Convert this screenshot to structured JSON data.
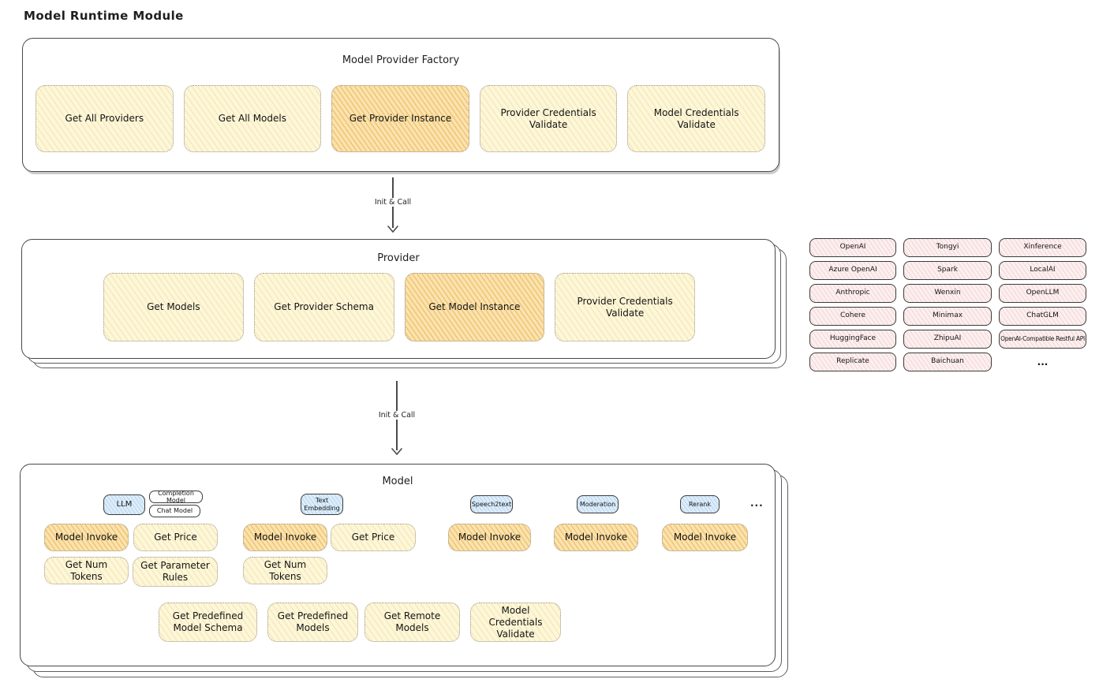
{
  "page_title": "Model Runtime Module",
  "palette": {
    "yellow_fill": "#fdf7da",
    "orange_highlight_fill": "#fae3ae",
    "pink_fill": "#fcefef",
    "blue_fill": "#ddedfa",
    "border_dark": "#46494d"
  },
  "factory": {
    "title": "Model Provider Factory",
    "items": [
      {
        "label": "Get All Providers",
        "highlight": false
      },
      {
        "label": "Get All Models",
        "highlight": false
      },
      {
        "label": "Get Provider Instance",
        "highlight": true
      },
      {
        "label": "Provider Credentials Validate",
        "highlight": false
      },
      {
        "label": "Model Credentials Validate",
        "highlight": false
      }
    ]
  },
  "arrow1": {
    "label": "Init & Call"
  },
  "arrow2": {
    "label": "Init & Call"
  },
  "provider": {
    "title": "Provider",
    "items": [
      {
        "label": "Get Models",
        "highlight": false
      },
      {
        "label": "Get Provider Schema",
        "highlight": false
      },
      {
        "label": "Get Model Instance",
        "highlight": true
      },
      {
        "label": "Provider Credentials Validate",
        "highlight": false
      }
    ]
  },
  "providers_grid": {
    "cells": [
      {
        "label": "OpenAI"
      },
      {
        "label": "Tongyi"
      },
      {
        "label": "Xinference"
      },
      {
        "label": "Azure OpenAI"
      },
      {
        "label": "Spark"
      },
      {
        "label": "LocalAI"
      },
      {
        "label": "Anthropic"
      },
      {
        "label": "Wenxin"
      },
      {
        "label": "OpenLLM"
      },
      {
        "label": "Cohere"
      },
      {
        "label": "Minimax"
      },
      {
        "label": "ChatGLM"
      },
      {
        "label": "HuggingFace"
      },
      {
        "label": "ZhipuAI"
      },
      {
        "label": "OpenAI-Compatible Restful API"
      },
      {
        "label": "Replicate"
      },
      {
        "label": "Baichuan"
      },
      {
        "label": "..."
      }
    ]
  },
  "model": {
    "title": "Model",
    "groups": [
      {
        "tab": "LLM",
        "subtabs": [
          "Completion Model",
          "Chat Model"
        ],
        "functions": [
          "Model Invoke",
          "Get Price",
          "Get Num Tokens",
          "Get Parameter Rules"
        ]
      },
      {
        "tab": "Text Embedding",
        "functions": [
          "Model Invoke",
          "Get Price",
          "Get Num Tokens"
        ]
      },
      {
        "tab": "Speech2text",
        "functions": [
          "Model Invoke"
        ]
      },
      {
        "tab": "Moderation",
        "functions": [
          "Model Invoke"
        ]
      },
      {
        "tab": "Rerank",
        "functions": [
          "Model Invoke"
        ]
      }
    ],
    "more_tabs": "...",
    "shared_functions": [
      "Get Predefined Model Schema",
      "Get Predefined Models",
      "Get Remote Models",
      "Model Credentials Validate"
    ]
  }
}
